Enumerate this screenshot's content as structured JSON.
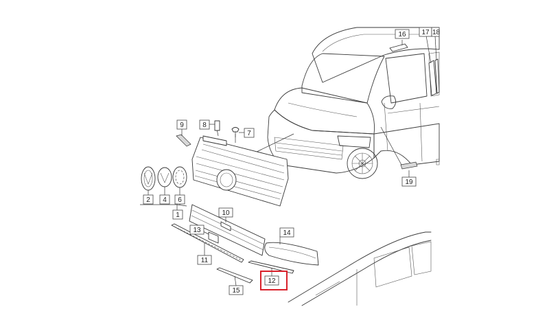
{
  "callouts": [
    {
      "id": "c1",
      "label": "1"
    },
    {
      "id": "c2",
      "label": "2"
    },
    {
      "id": "c4",
      "label": "4"
    },
    {
      "id": "c6",
      "label": "6"
    },
    {
      "id": "c7",
      "label": "7"
    },
    {
      "id": "c8",
      "label": "8"
    },
    {
      "id": "c9",
      "label": "9"
    },
    {
      "id": "c10",
      "label": "10"
    },
    {
      "id": "c11",
      "label": "11"
    },
    {
      "id": "c12",
      "label": "12"
    },
    {
      "id": "c13",
      "label": "13"
    },
    {
      "id": "c14",
      "label": "14"
    },
    {
      "id": "c15",
      "label": "15"
    },
    {
      "id": "c16",
      "label": "16"
    },
    {
      "id": "c17",
      "label": "17"
    },
    {
      "id": "c18",
      "label": "18"
    },
    {
      "id": "c19",
      "label": "19"
    }
  ],
  "highlighted_callout": "12",
  "highlight_color": "#d9202a"
}
